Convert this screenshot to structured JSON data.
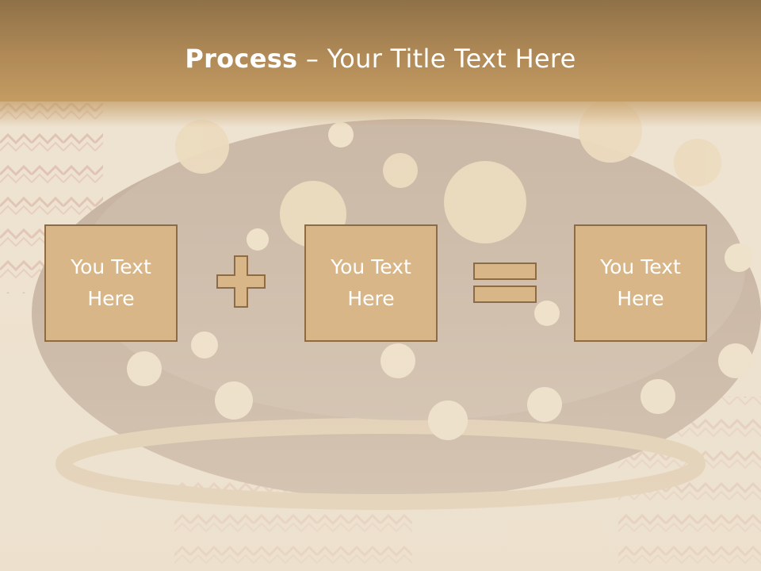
{
  "slide": {
    "title_bold": "Process",
    "title_rest": " – Your Title Text Here",
    "boxes": [
      {
        "text": "You Text Here"
      },
      {
        "text": "You Text Here"
      },
      {
        "text": "You Text Here"
      }
    ],
    "operators": [
      "plus-icon",
      "equals-icon"
    ]
  },
  "colors": {
    "header": "#b08a57",
    "box_fill": "#d9b687",
    "box_border": "#8d6b44",
    "text": "#ffffff"
  }
}
